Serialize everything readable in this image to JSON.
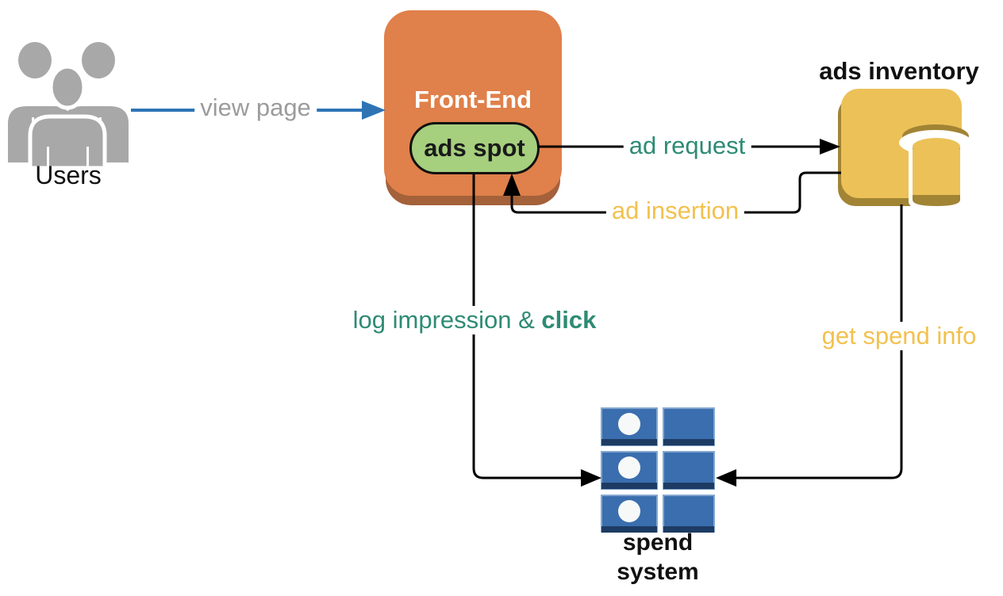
{
  "diagram": {
    "users": {
      "label": "Users",
      "icon": "users-icon"
    },
    "front_end": {
      "title": "Front-End",
      "ads_spot": "ads spot"
    },
    "ads_inventory": {
      "title": "ads inventory",
      "icon": "database-icon"
    },
    "spend_system": {
      "line1": "spend",
      "line2": "system",
      "icon": "server-grid-icon"
    },
    "edges": {
      "view_page": {
        "label": "view page"
      },
      "ad_request": {
        "label": "ad request"
      },
      "ad_insertion": {
        "label": "ad insertion"
      },
      "log_impression": {
        "prefix": "log impression & ",
        "bold": "click"
      },
      "get_spend_info": {
        "label": "get spend info"
      }
    },
    "colors": {
      "front_end_fill": "#E0804A",
      "front_end_shadow": "#A4613A",
      "ads_spot_fill": "#A6CF7E",
      "inventory_fill": "#ECC158",
      "inventory_dark": "#A18434",
      "spend_fill": "#3A6EAE",
      "spend_dark": "#1D3B63",
      "spend_border": "#84A7CF",
      "users_gray": "#A8A8A8",
      "arrow_blue": "#2E74B5",
      "teal": "#2E8B74",
      "gold": "#F2C14E",
      "gray_label": "#9C9C9C",
      "line_black": "#000000"
    }
  }
}
